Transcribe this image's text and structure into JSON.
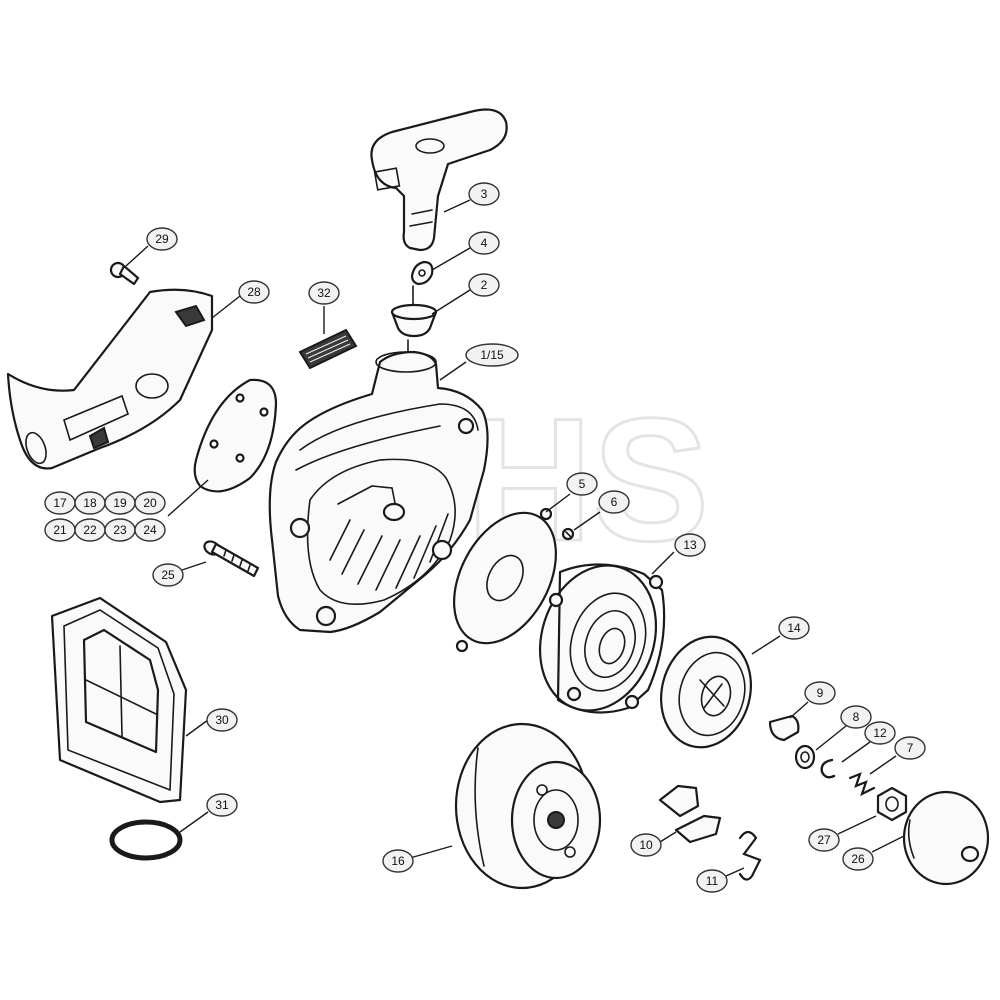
{
  "watermark": "GHS",
  "colors": {
    "line": "#1a1a1a",
    "bubble_fill": "#f2f2f2",
    "background": "#ffffff",
    "watermark": "#e4e4e4"
  },
  "callouts": {
    "c1_15": "1/15",
    "c2": "2",
    "c3": "3",
    "c4": "4",
    "c5": "5",
    "c6": "6",
    "c7": "7",
    "c8": "8",
    "c9": "9",
    "c10": "10",
    "c11": "11",
    "c12": "12",
    "c13": "13",
    "c14": "14",
    "c16": "16",
    "c17": "17",
    "c18": "18",
    "c19": "19",
    "c20": "20",
    "c21": "21",
    "c22": "22",
    "c23": "23",
    "c24": "24",
    "c25": "25",
    "c26": "26",
    "c27": "27",
    "c28": "28",
    "c29": "29",
    "c30": "30",
    "c31": "31",
    "c32": "32"
  }
}
